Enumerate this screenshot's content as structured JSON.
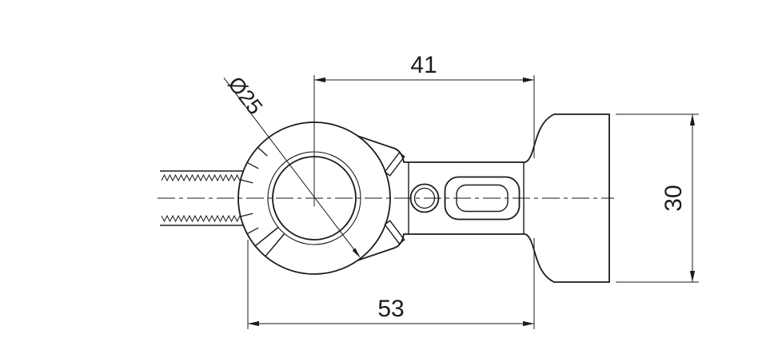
{
  "drawing": {
    "background": "#ffffff",
    "line_color": "#1b1b1b",
    "dimensions": {
      "width_top": "41",
      "width_bottom": "53",
      "height_right": "30",
      "bore_diameter": "Ø25"
    }
  }
}
